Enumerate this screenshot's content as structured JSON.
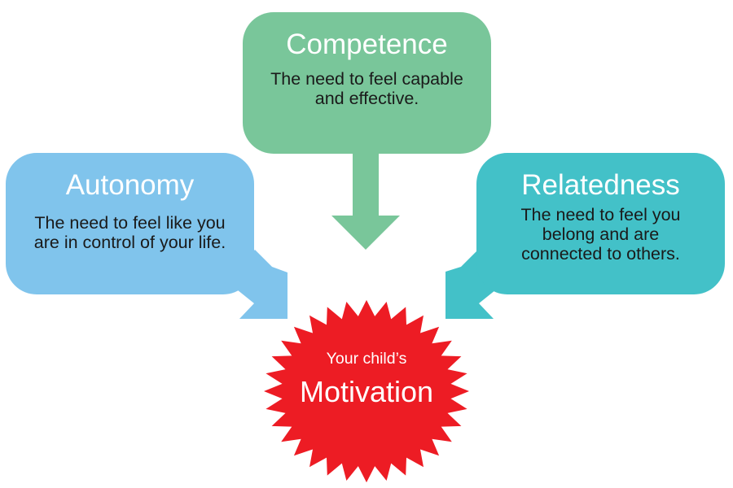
{
  "colors": {
    "competence": "#79C69A",
    "autonomy": "#80C4EC",
    "relatedness": "#43C1C8",
    "motivation": "#ED1C24"
  },
  "competence": {
    "title": "Competence",
    "description": "The need to feel capable\nand effective."
  },
  "autonomy": {
    "title": "Autonomy",
    "description": "The need to feel like you\nare in control of your life."
  },
  "relatedness": {
    "title": "Relatedness",
    "description": "The need to feel you\nbelong and are\nconnected to others."
  },
  "motivation": {
    "subtitle": "Your child’s",
    "title": "Motivation"
  }
}
